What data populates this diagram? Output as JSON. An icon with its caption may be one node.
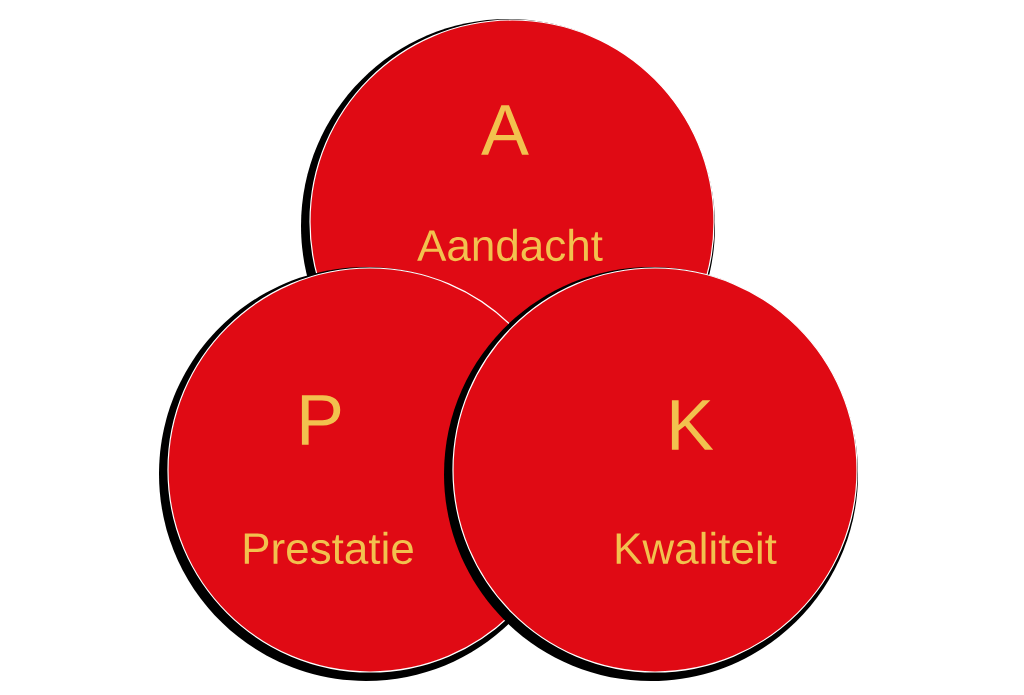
{
  "diagram": {
    "nodes": [
      {
        "text": [
          "A",
          "Aandacht"
        ]
      },
      {
        "text": [
          "P",
          "Prestatie"
        ]
      },
      {
        "text": [
          "K",
          "Kwaliteit"
        ]
      }
    ],
    "edges": []
  }
}
